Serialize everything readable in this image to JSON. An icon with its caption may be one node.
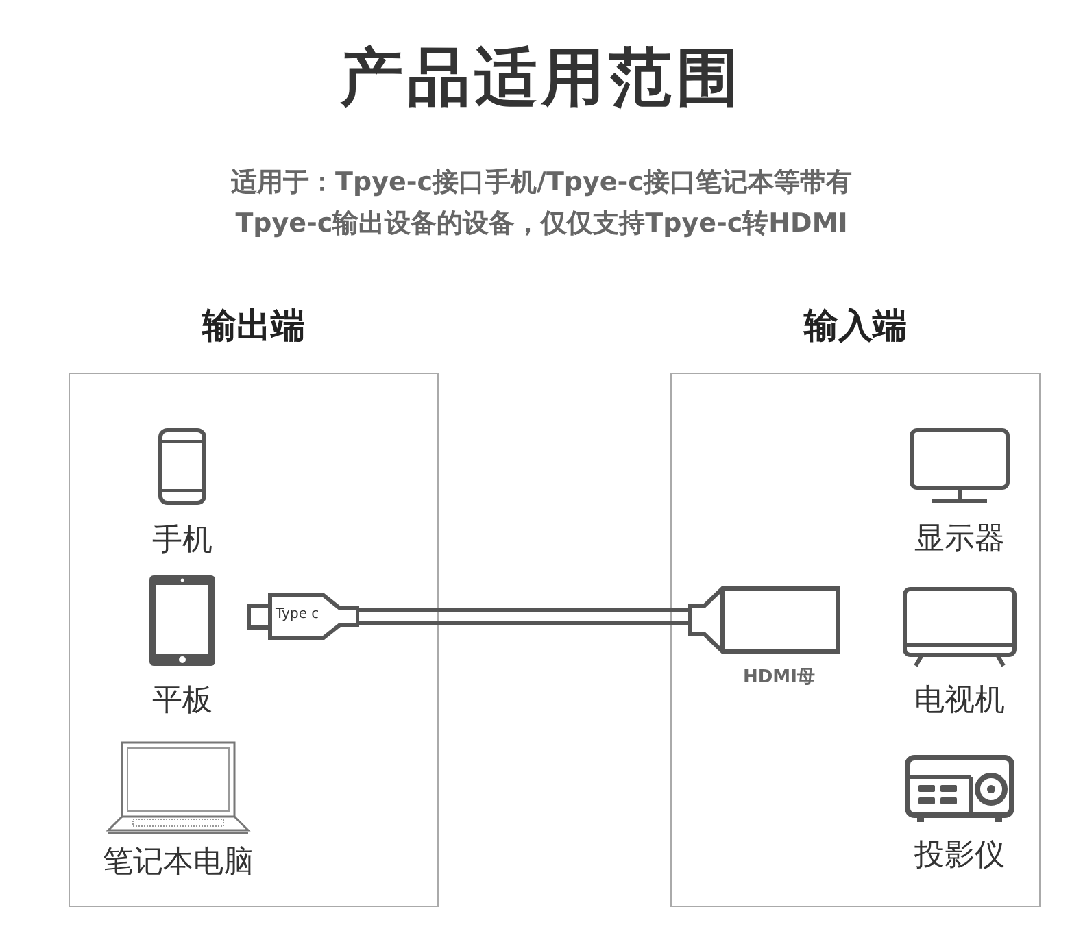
{
  "diagram": {
    "title": "产品适用范围",
    "nodes": [
      {
        "text": [
          "输出端"
        ]
      },
      {
        "text": [
          "输入端"
        ]
      },
      {
        "text": [
          "Type c"
        ],
        "in": 0
      },
      {
        "text": [],
        "shape": "picture",
        "in": 1,
        "beside": [
          "HDMI母"
        ]
      },
      {
        "text": [
          "手机"
        ],
        "in": 0
      },
      {
        "text": [
          "平板"
        ],
        "in": 0
      },
      {
        "text": [
          "笔记本电脑"
        ],
        "in": 0
      },
      {
        "text": [
          "显示器"
        ],
        "in": 1
      },
      {
        "text": [
          "电视机"
        ],
        "in": 1
      },
      {
        "text": [
          "投影仪"
        ],
        "in": 1
      }
    ],
    "edges": [
      {
        "from": 2,
        "to": 3,
        "arrow": "none"
      }
    ],
    "labels": [
      "适用于：Tpye-c接口手机/Tpye-c接口笔记本等带有Tpye-c输出设备的设备，仅仅支持Tpye-c转HDMI"
    ]
  }
}
